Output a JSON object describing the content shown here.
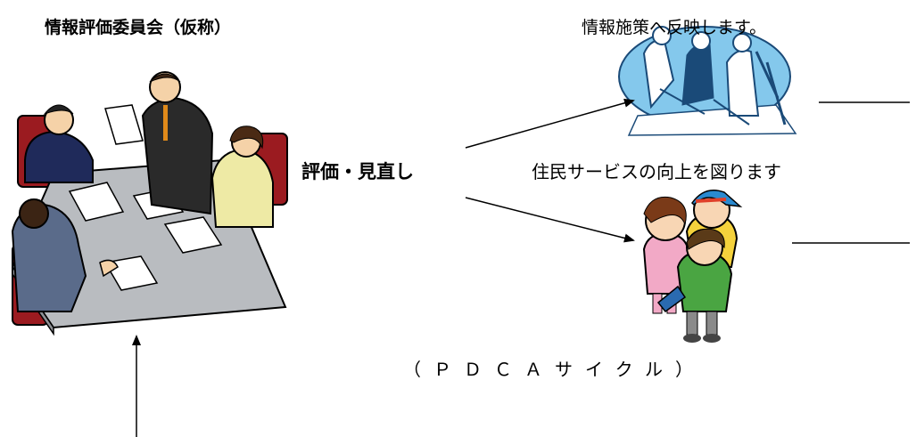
{
  "committee": {
    "title": "情報評価委員会（仮称）",
    "image_icon": "meeting-clipart"
  },
  "reflection": {
    "text": "情報施策へ反映します。",
    "image_icon": "planning-team-clipart"
  },
  "evaluation": {
    "label": "評価・見直し"
  },
  "service": {
    "text": "住民サービスの向上を図ります",
    "image_icon": "children-clipart"
  },
  "cycle": {
    "label": "（ＰＤＣＡサイクル）"
  }
}
